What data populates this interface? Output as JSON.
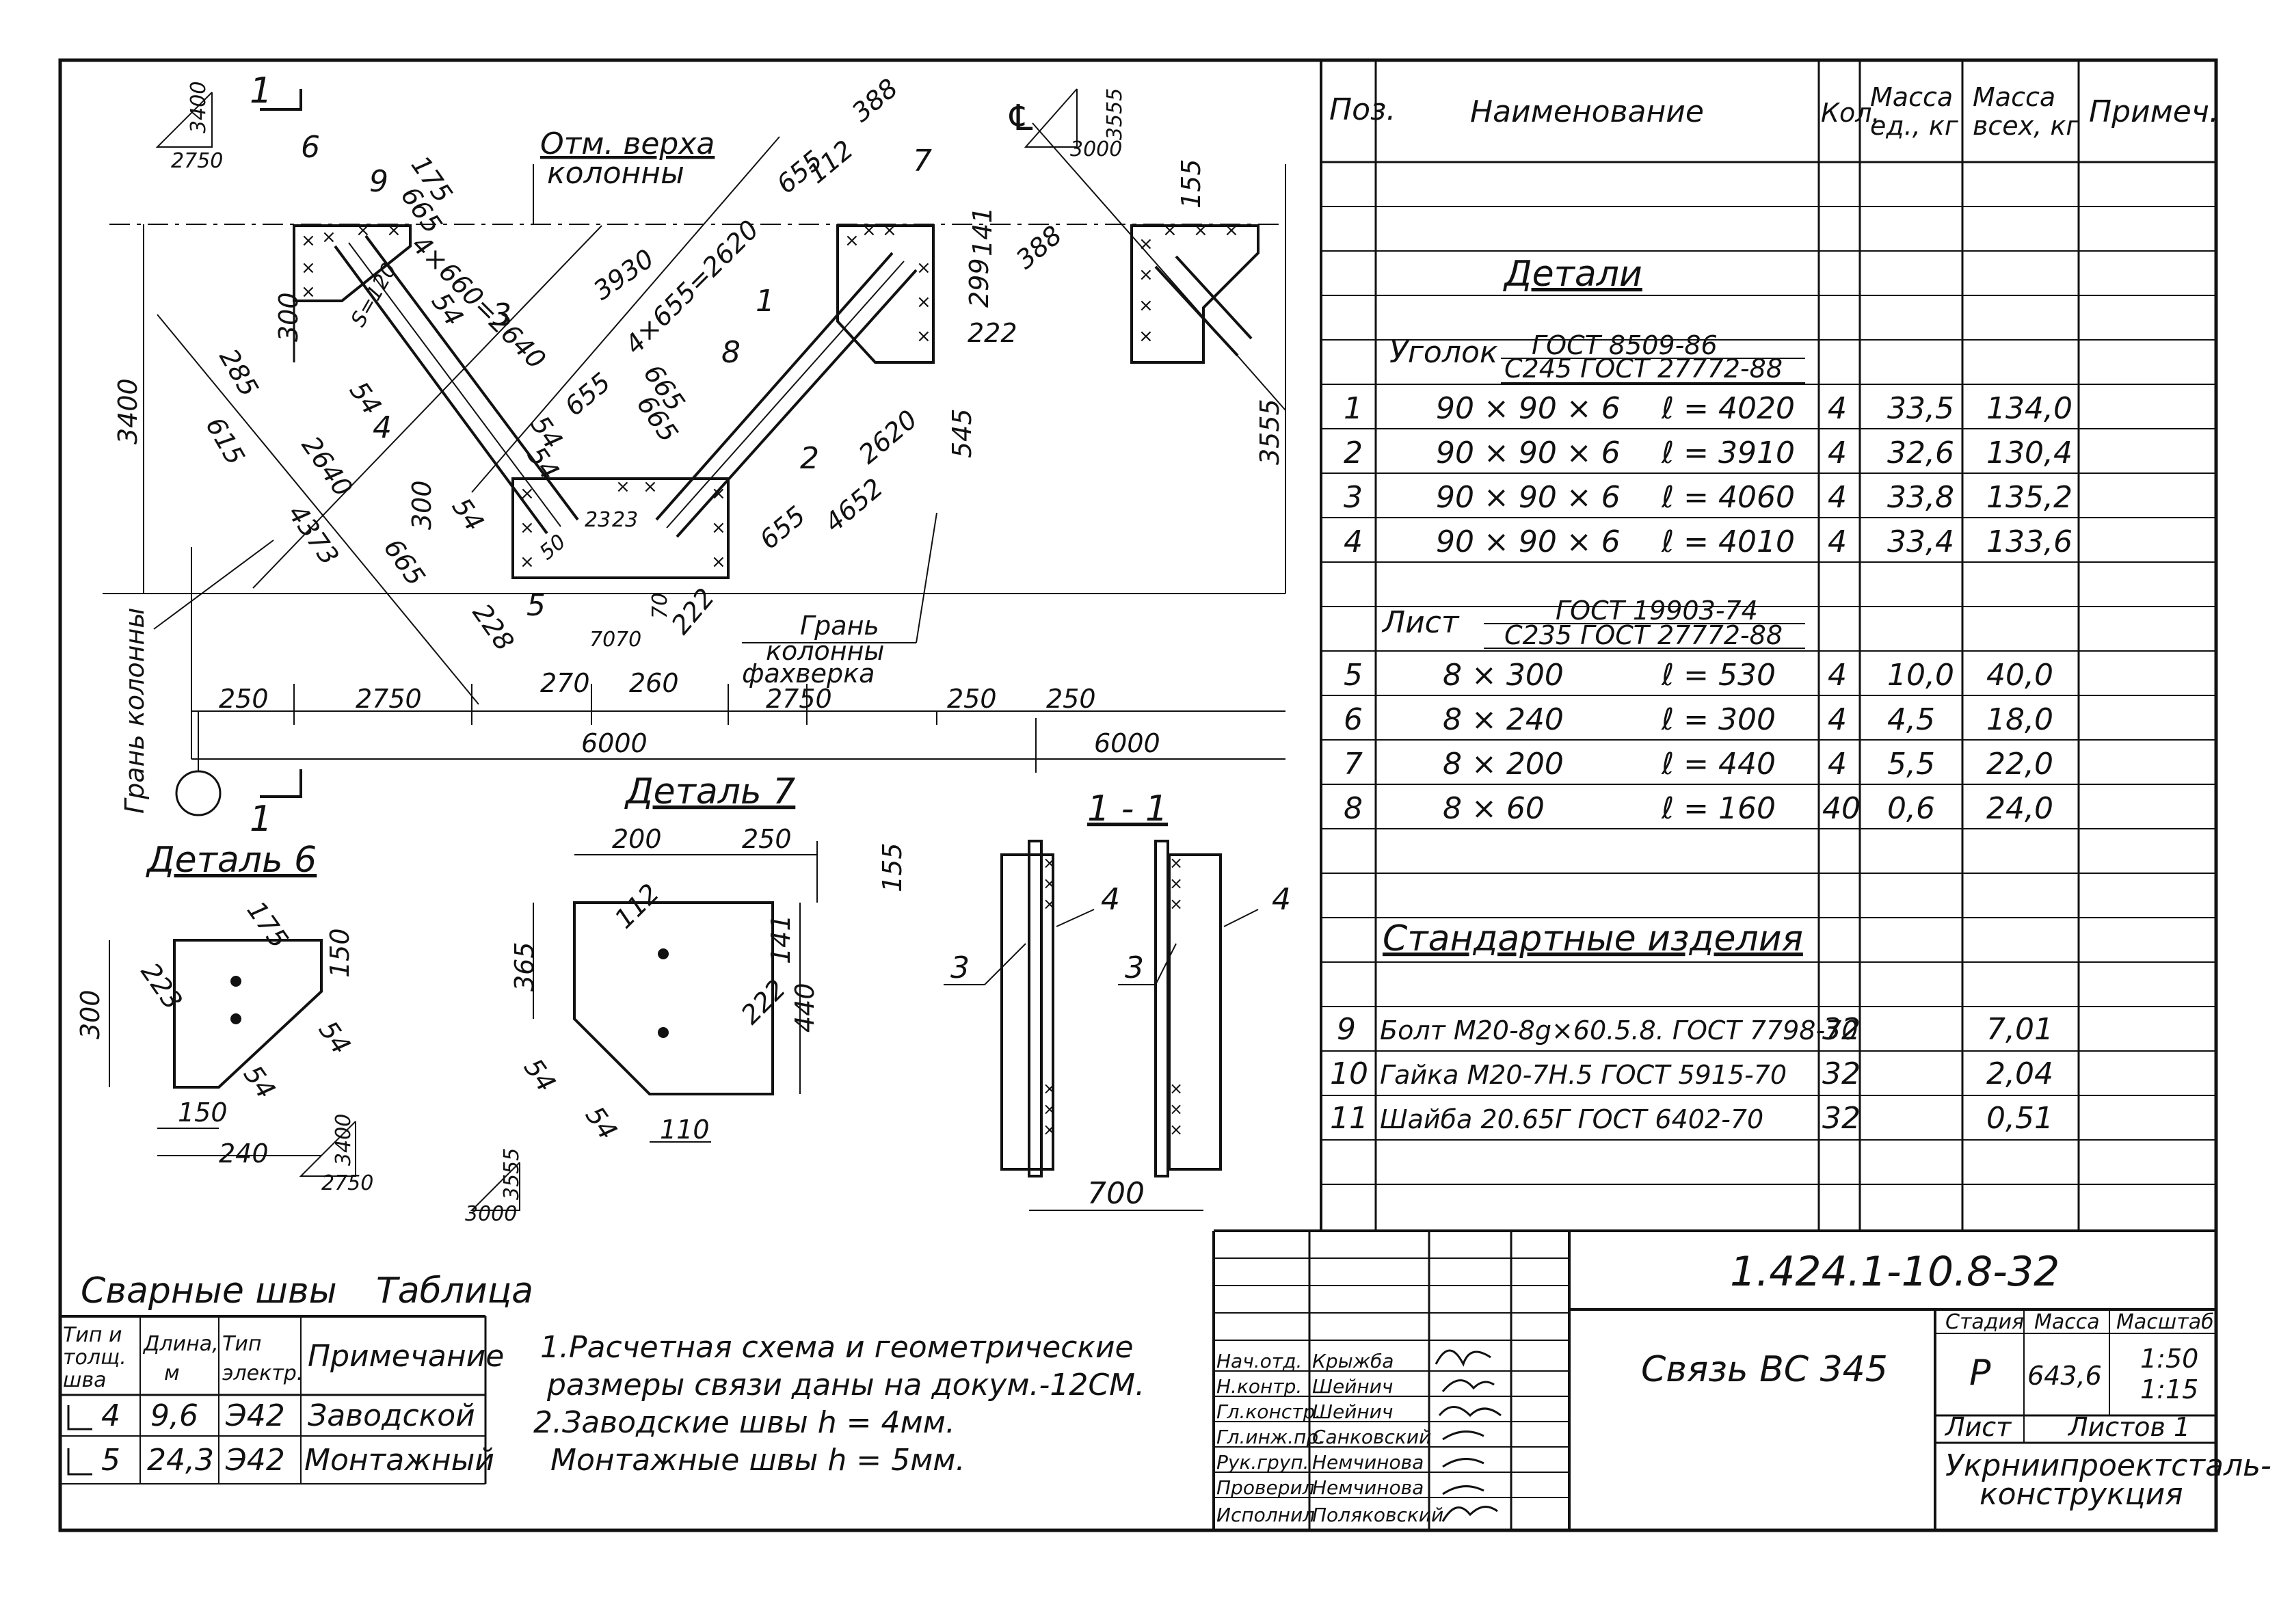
{
  "spec": {
    "headers": [
      "Поз.",
      "Наименование",
      "Кол.",
      "Масса ед., кг",
      "Масса всех, кг",
      "Примеч."
    ],
    "section_details": "Детали",
    "angle_label": "Уголок",
    "angle_std_top": "ГОСТ 8509-86",
    "angle_std_bottom": "С245 ГОСТ 27772-88",
    "rows_angles": [
      {
        "pos": "1",
        "name": "90 × 90 × 6",
        "len": "ℓ = 4020",
        "qty": "4",
        "unit": "33,5",
        "total": "134,0"
      },
      {
        "pos": "2",
        "name": "90 × 90 × 6",
        "len": "ℓ = 3910",
        "qty": "4",
        "unit": "32,6",
        "total": "130,4"
      },
      {
        "pos": "3",
        "name": "90 × 90 × 6",
        "len": "ℓ = 4060",
        "qty": "4",
        "unit": "33,8",
        "total": "135,2"
      },
      {
        "pos": "4",
        "name": "90 × 90 × 6",
        "len": "ℓ = 4010",
        "qty": "4",
        "unit": "33,4",
        "total": "133,6"
      }
    ],
    "sheet_label": "Лист",
    "sheet_std_top": "ГОСТ 19903-74",
    "sheet_std_bottom": "С235 ГОСТ 27772-88",
    "rows_sheets": [
      {
        "pos": "5",
        "name": "8 × 300",
        "len": "ℓ = 530",
        "qty": "4",
        "unit": "10,0",
        "total": "40,0"
      },
      {
        "pos": "6",
        "name": "8 × 240",
        "len": "ℓ = 300",
        "qty": "4",
        "unit": "4,5",
        "total": "18,0"
      },
      {
        "pos": "7",
        "name": "8 × 200",
        "len": "ℓ = 440",
        "qty": "4",
        "unit": "5,5",
        "total": "22,0"
      },
      {
        "pos": "8",
        "name": "8 × 60",
        "len": "ℓ = 160",
        "qty": "40",
        "unit": "0,6",
        "total": "24,0"
      }
    ],
    "section_standard": "Стандартные изделия",
    "rows_standard": [
      {
        "pos": "9",
        "name": "Болт М20-8g×60.5.8. ГОСТ 7798-70",
        "qty": "32",
        "total": "7,01"
      },
      {
        "pos": "10",
        "name": "Гайка М20-7Н.5 ГОСТ 5915-70",
        "qty": "32",
        "total": "2,04"
      },
      {
        "pos": "11",
        "name": "Шайба 20.65Г ГОСТ 6402-70",
        "qty": "32",
        "total": "0,51"
      }
    ]
  },
  "titleblock": {
    "code": "1.424.1-10.8-32",
    "title": "Связь ВС 345",
    "stage_label": "Стадия",
    "stage": "Р",
    "mass_label": "Масса",
    "mass": "643,6",
    "scale_label": "Масштаб",
    "scale1": "1:50",
    "scale2": "1:15",
    "sheet_label": "Лист",
    "sheets_label": "Листов 1",
    "org1": "Укрниипроектсталь-",
    "org2": "конструкция",
    "roles": [
      {
        "role": "Нач.отд.",
        "name": "Крыжба"
      },
      {
        "role": "Н.контр.",
        "name": "Шейнич"
      },
      {
        "role": "Гл.констр.",
        "name": "Шейнич"
      },
      {
        "role": "Гл.инж.пр.",
        "name": "Санковский"
      },
      {
        "role": "Рук.груп.",
        "name": "Немчинова"
      },
      {
        "role": "Проверил",
        "name": "Немчинова"
      },
      {
        "role": "Исполнил",
        "name": "Поляковский"
      }
    ]
  },
  "welds": {
    "title": "Сварные швы",
    "table_label": "Таблица",
    "headers": [
      "Тип и толщ. шва",
      "Длина, м",
      "Тип электр.",
      "Примечание"
    ],
    "rows": [
      {
        "type": "4",
        "len": "9,6",
        "el": "Э42",
        "note": "Заводской"
      },
      {
        "type": "5",
        "len": "24,3",
        "el": "Э42",
        "note": "Монтажный"
      }
    ]
  },
  "notes": [
    "1.Расчетная схема и геометрические",
    "размеры связи даны на докум.-12СМ.",
    "2.Заводские швы h = 4мм.",
    "Монтажные швы h = 5мм."
  ],
  "drawing": {
    "labels": {
      "top_mark1": "Отм. верха",
      "top_mark2": "колонны",
      "column_face1": "Грань",
      "column_face2": "колонны",
      "column_face3": "фахверка",
      "column_face_left": "Грань колонны",
      "detail6": "Деталь 6",
      "detail7": "Деталь 7",
      "section": "1 - 1",
      "cut": "1"
    },
    "dims_main": [
      "3400",
      "3555",
      "3930",
      "4×655=2620",
      "4×660=2640",
      "2640",
      "2620",
      "4373",
      "4652",
      "388",
      "388",
      "655",
      "112",
      "175",
      "665",
      "665",
      "665",
      "300",
      "300",
      "285",
      "615",
      "54",
      "54",
      "54",
      "54",
      "54",
      "155",
      "299",
      "141",
      "222",
      "222",
      "228",
      "50",
      "70",
      "70",
      "70",
      "23",
      "23",
      "545",
      "655",
      "655",
      "665",
      "S=120"
    ],
    "dims_bottom": [
      "250",
      "2750",
      "270",
      "260",
      "2750",
      "250",
      "250",
      "6000",
      "6000"
    ],
    "slope1": [
      "3400",
      "2750"
    ],
    "slope2": [
      "3555",
      "3000"
    ],
    "pos_tags": [
      "1",
      "2",
      "3",
      "4",
      "5",
      "6",
      "7",
      "8",
      "9"
    ],
    "d6_dims": [
      "175",
      "300",
      "223",
      "150",
      "54",
      "54",
      "150",
      "240"
    ],
    "d7_dims": [
      "200",
      "250",
      "155",
      "365",
      "112",
      "141",
      "222",
      "440",
      "54",
      "54",
      "110"
    ],
    "sec_dims": [
      "3",
      "4",
      "3",
      "4",
      "700"
    ]
  }
}
